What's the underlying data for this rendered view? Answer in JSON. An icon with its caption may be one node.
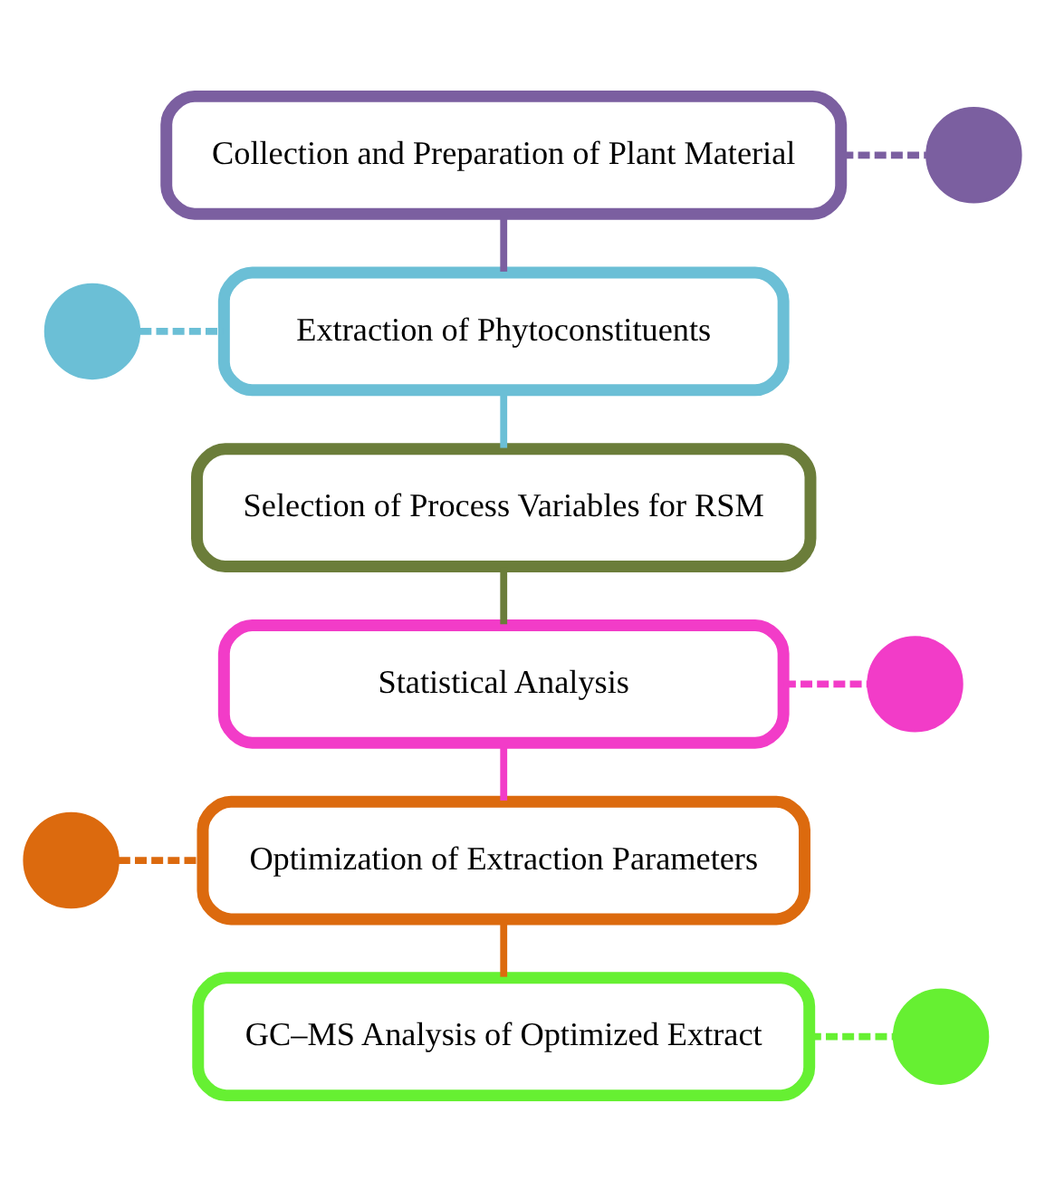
{
  "diagram": {
    "nodes": [
      {
        "text": [
          "Collection and Preparation of Plant Material"
        ]
      },
      {
        "text": [],
        "shape": "circle"
      },
      {
        "text": [],
        "shape": "circle"
      },
      {
        "text": [
          "Extraction of Phytoconstituents"
        ]
      },
      {
        "text": [
          "Selection of Process Variables for RSM"
        ]
      },
      {
        "text": [
          "Statistical Analysis"
        ]
      },
      {
        "text": [],
        "shape": "circle"
      },
      {
        "text": [],
        "shape": "circle"
      },
      {
        "text": [
          "Optimization of Extraction Parameters"
        ]
      },
      {
        "text": [
          "GC–MS Analysis of Optimized Extract"
        ]
      },
      {
        "text": [],
        "shape": "circle"
      }
    ],
    "edges": [
      {
        "from": 0,
        "to": 1,
        "arrow": "none",
        "style": "dashed",
        "color": "#7b5fa0"
      },
      {
        "from": 0,
        "to": 3,
        "arrow": "none",
        "color": "#7b5fa0"
      },
      {
        "from": 2,
        "to": 3,
        "arrow": "none",
        "style": "dashed",
        "color": "#6bbfd6"
      },
      {
        "from": 3,
        "to": 4,
        "arrow": "none",
        "color": "#6bbfd6"
      },
      {
        "from": 4,
        "to": 5,
        "arrow": "none",
        "color": "#6b7d3a"
      },
      {
        "from": 5,
        "to": 6,
        "arrow": "none",
        "style": "dashed",
        "color": "#f23cc8"
      },
      {
        "from": 5,
        "to": 8,
        "arrow": "none",
        "color": "#f23cc8"
      },
      {
        "from": 7,
        "to": 8,
        "arrow": "none",
        "style": "dashed",
        "color": "#dc6a0e"
      },
      {
        "from": 8,
        "to": 9,
        "arrow": "none",
        "color": "#dc6a0e"
      },
      {
        "from": 9,
        "to": 10,
        "arrow": "none",
        "style": "dashed",
        "color": "#66f032"
      }
    ]
  }
}
